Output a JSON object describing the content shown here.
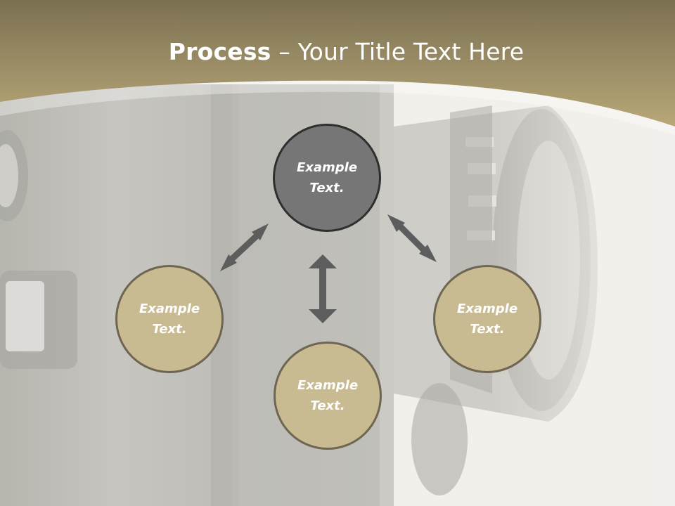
{
  "title": {
    "bold": "Process",
    "rest": " – Your Title Text Here"
  },
  "nodes": {
    "top": "Example\nText.",
    "left": "Example\nText.",
    "right": "Example\nText.",
    "bottom": "Example\nText."
  },
  "colors": {
    "band": "#a89a6c",
    "node_tan": "#c8ba91",
    "node_center": "#767676",
    "arrow": "#5d5d5d"
  }
}
